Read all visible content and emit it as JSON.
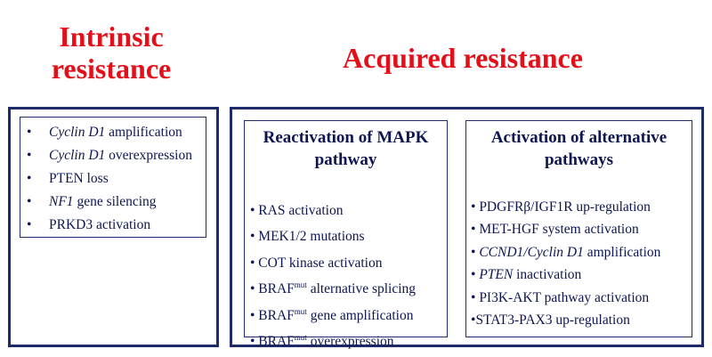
{
  "titles": {
    "intrinsic": [
      "Intrinsic",
      "resistance"
    ],
    "acquired": "Acquired resistance"
  },
  "intrinsic_items": [
    {
      "bullet": "•",
      "em": "Cyclin D1",
      "rest": " amplification"
    },
    {
      "bullet": "•",
      "em": "Cyclin D1",
      "rest": " overexpression"
    },
    {
      "bullet": "•",
      "em": "",
      "rest": "PTEN loss"
    },
    {
      "bullet": "•",
      "em": "NF1",
      "rest": " gene silencing"
    },
    {
      "bullet": "•",
      "em": "",
      "rest": "PRKD3 activation"
    }
  ],
  "mapk_panel": {
    "heading": [
      "Reactivation of MAPK",
      "pathway"
    ],
    "items": [
      {
        "pre": "• RAS activation",
        "sup": "",
        "post": ""
      },
      {
        "pre": "• MEK1/2 mutations",
        "sup": "",
        "post": ""
      },
      {
        "pre": "• COT kinase activation",
        "sup": "",
        "post": ""
      },
      {
        "pre": "• BRAF",
        "sup": "mut",
        "post": " alternative splicing"
      },
      {
        "pre": "• BRAF",
        "sup": "mut",
        "post": " gene amplification"
      },
      {
        "pre": "• BRAF",
        "sup": "mut",
        "post": " overexpression"
      }
    ]
  },
  "alt_panel": {
    "heading": [
      "Activation of alternative",
      "pathways"
    ],
    "items": [
      {
        "bullet": "• ",
        "em": "",
        "rest": "PDGFRβ/IGF1R up-regulation"
      },
      {
        "bullet": "• ",
        "em": "",
        "rest": "MET-HGF system activation"
      },
      {
        "bullet": "• ",
        "em": "CCND1/Cyclin D1",
        "rest": " amplification"
      },
      {
        "bullet": "• ",
        "em": "PTEN",
        "rest": " inactivation"
      },
      {
        "bullet": "• ",
        "em": "",
        "rest": "PI3K-AKT pathway activation"
      },
      {
        "bullet": "•",
        "em": "",
        "rest": "STAT3-PAX3 up-regulation"
      }
    ]
  },
  "colors": {
    "title_red": "#e3101a",
    "navy": "#1f2a6b",
    "text_navy": "#0d1650"
  }
}
